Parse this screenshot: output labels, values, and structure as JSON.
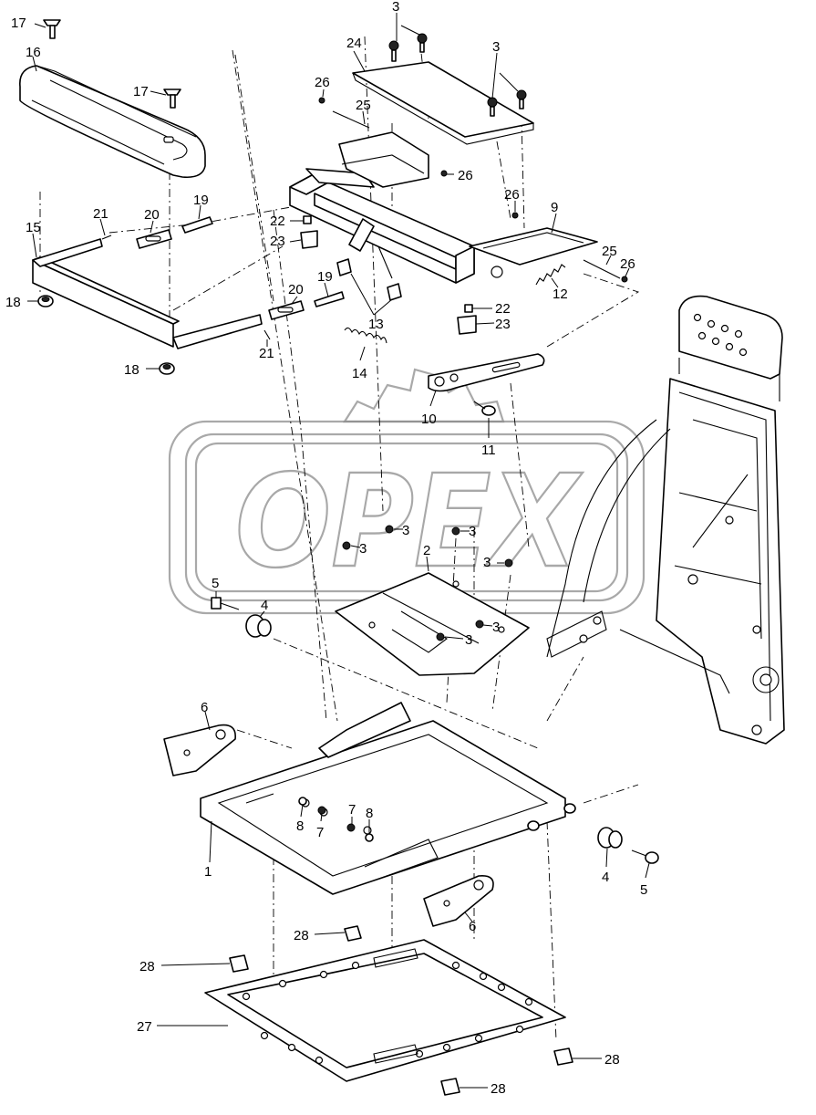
{
  "watermark": {
    "text": "OPEX",
    "color": "#8c8c8c"
  },
  "callouts": [
    {
      "label": "17"
    },
    {
      "label": "16"
    },
    {
      "label": "17"
    },
    {
      "label": "3"
    },
    {
      "label": "24"
    },
    {
      "label": "3"
    },
    {
      "label": "26"
    },
    {
      "label": "25"
    },
    {
      "label": "26"
    },
    {
      "label": "26"
    },
    {
      "label": "9"
    },
    {
      "label": "22"
    },
    {
      "label": "23"
    },
    {
      "label": "21"
    },
    {
      "label": "20"
    },
    {
      "label": "19"
    },
    {
      "label": "15"
    },
    {
      "label": "18"
    },
    {
      "label": "19"
    },
    {
      "label": "20"
    },
    {
      "label": "13"
    },
    {
      "label": "22"
    },
    {
      "label": "23"
    },
    {
      "label": "25"
    },
    {
      "label": "26"
    },
    {
      "label": "12"
    },
    {
      "label": "21"
    },
    {
      "label": "18"
    },
    {
      "label": "14"
    },
    {
      "label": "10"
    },
    {
      "label": "11"
    },
    {
      "label": "3"
    },
    {
      "label": "3"
    },
    {
      "label": "3"
    },
    {
      "label": "3"
    },
    {
      "label": "2"
    },
    {
      "label": "5"
    },
    {
      "label": "4"
    },
    {
      "label": "3"
    },
    {
      "label": "3"
    },
    {
      "label": "6"
    },
    {
      "label": "8"
    },
    {
      "label": "7"
    },
    {
      "label": "7"
    },
    {
      "label": "8"
    },
    {
      "label": "1"
    },
    {
      "label": "4"
    },
    {
      "label": "5"
    },
    {
      "label": "6"
    },
    {
      "label": "28"
    },
    {
      "label": "28"
    },
    {
      "label": "27"
    },
    {
      "label": "28"
    },
    {
      "label": "28"
    }
  ]
}
